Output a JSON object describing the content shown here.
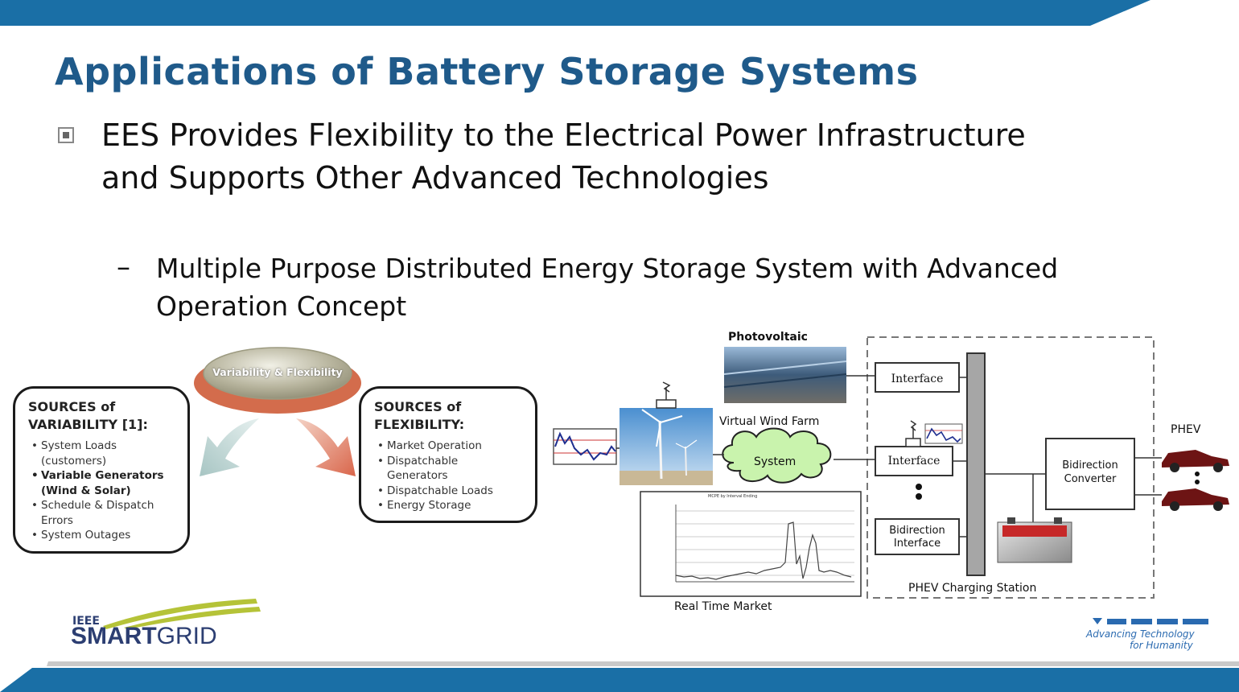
{
  "slide": {
    "title": "Applications of Battery Storage Systems",
    "bullet": "EES Provides Flexibility to the Electrical Power Infrastructure and Supports Other Advanced Technologies",
    "sub_bullet": "Multiple Purpose Distributed Energy Storage System with Advanced Operation Concept",
    "dash": "–"
  },
  "left_diagram": {
    "center_label": "Variability & Flexibility",
    "variability": {
      "heading": "SOURCES of\nVARIABILITY [1]:",
      "items": [
        {
          "text": "System Loads\n(customers)",
          "bold": false
        },
        {
          "text": "Variable Generators\n(Wind & Solar)",
          "bold": true
        },
        {
          "text": "Schedule & Dispatch\nErrors",
          "bold": false
        },
        {
          "text": "System Outages",
          "bold": false
        }
      ]
    },
    "flexibility": {
      "heading": "SOURCES of\nFLEXIBILITY:",
      "items": [
        {
          "text": "Market Operation"
        },
        {
          "text": "Dispatchable\nGenerators"
        },
        {
          "text": "Dispatchable Loads"
        },
        {
          "text": "Energy Storage"
        }
      ]
    }
  },
  "right_diagram": {
    "photovoltaic": "Photovoltaic",
    "virtual_wind_farm": "Virtual Wind Farm",
    "system": "System",
    "interface_1": "Interface",
    "interface_2": "Interface",
    "bidirection_interface": "Bidirection\nInterface",
    "bidirection_converter": "Bidirection\nConverter",
    "phev": "PHEV",
    "charging_station": "PHEV Charging Station",
    "real_time_market": "Real Time Market",
    "market_chart_title": "MCPE by Interval Ending"
  },
  "footer": {
    "logo_prefix": "IEEE",
    "logo_main": "SMART",
    "logo_suffix": "GRID",
    "tagline_1": "Advancing Technology",
    "tagline_2": "for Humanity"
  },
  "colors": {
    "title": "#1f5a8a",
    "top_band": "#1a6fa6",
    "footer_band": "#1a6fa6",
    "logo_green": "#b5c338",
    "logo_navy": "#2c3e72"
  }
}
